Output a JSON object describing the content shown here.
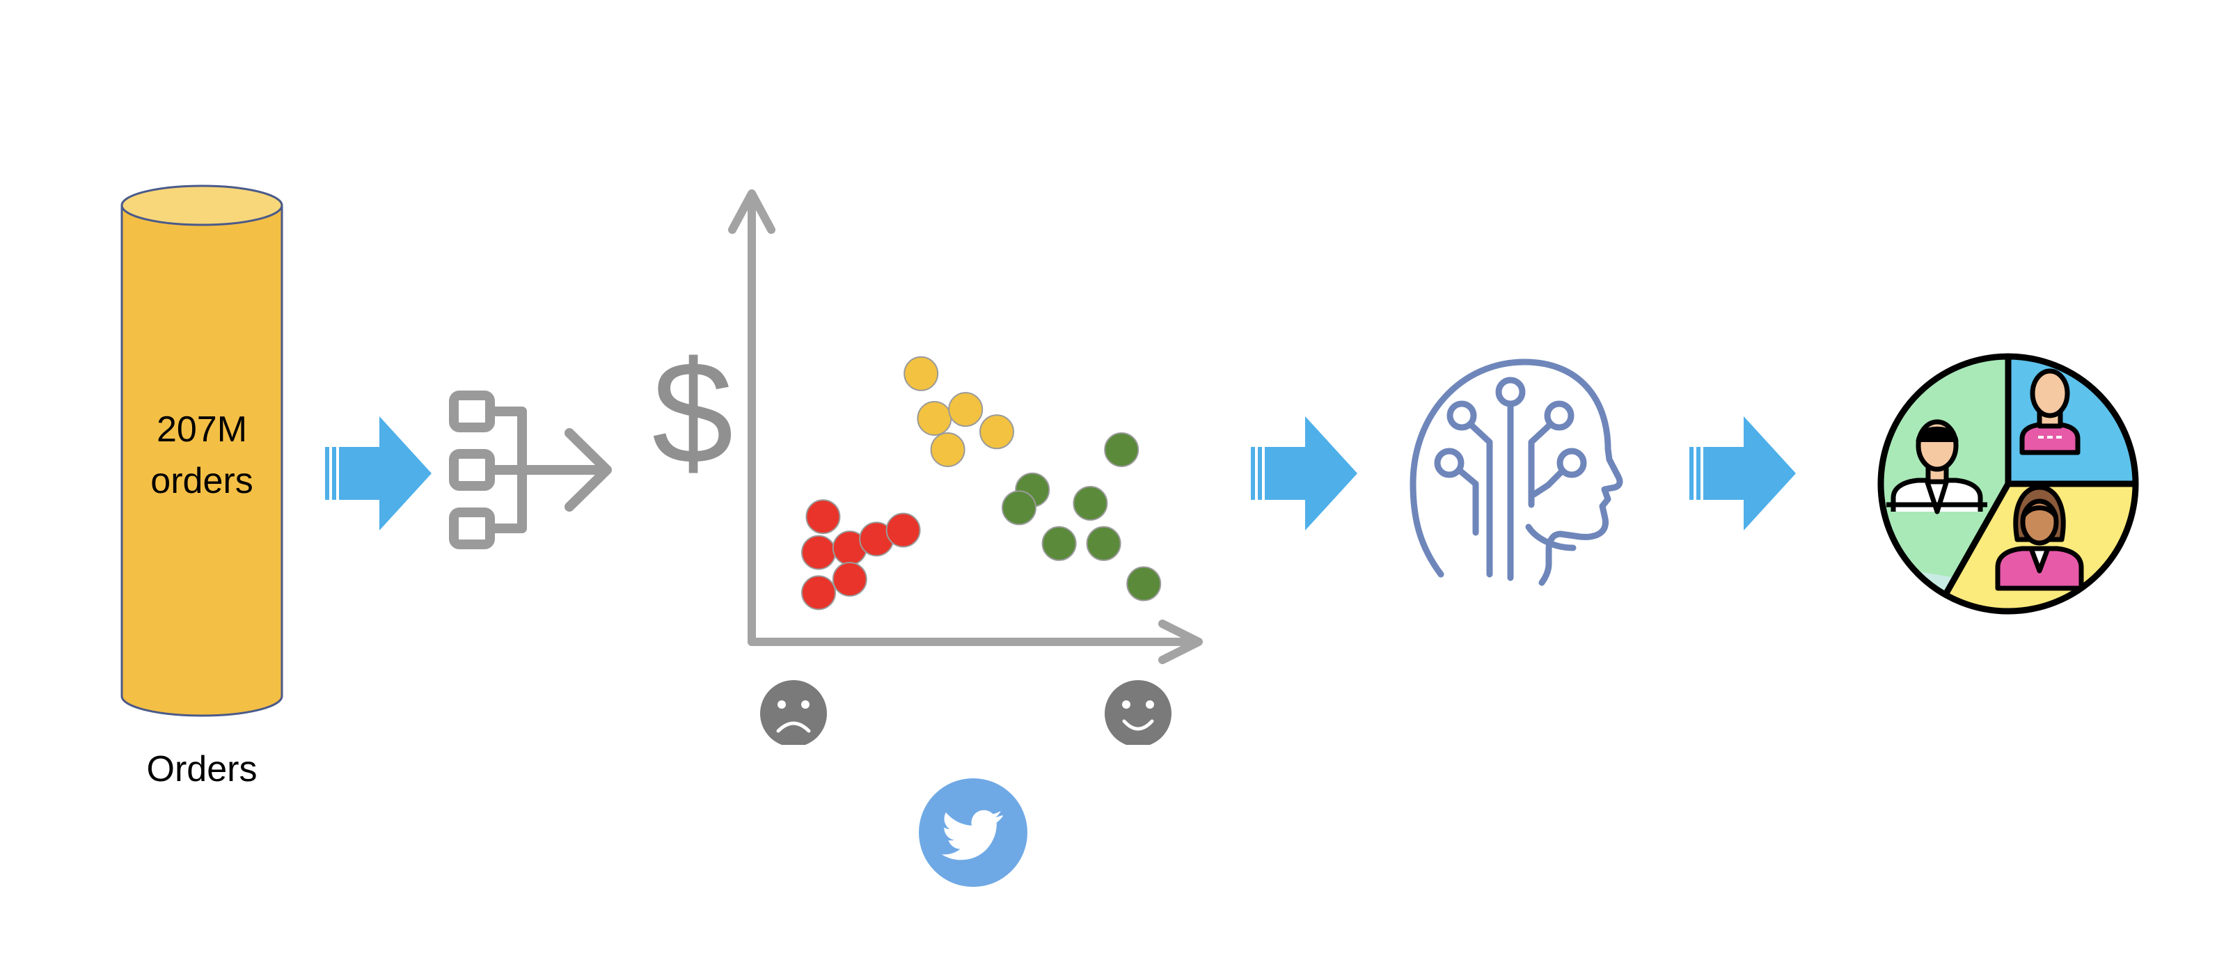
{
  "database": {
    "label": "207M\norders",
    "caption": "Orders",
    "color": "#F4BF45",
    "top_color": "#F8D77A"
  },
  "pipeline": {
    "arrow_color": "#4EAFE9",
    "icons": [
      "database-icon",
      "split-icon",
      "scatter-chart",
      "ai-head-icon",
      "segments-icon"
    ]
  },
  "chart_data": {
    "type": "scatter",
    "title": "",
    "xlabel": "",
    "ylabel": "$",
    "x_label_left": "sad-face-icon",
    "x_label_right": "smiley-face-icon",
    "x_source_icon": "twitter-icon",
    "xlim": [
      0,
      10
    ],
    "ylim": [
      0,
      10
    ],
    "grid": false,
    "series": [
      {
        "color": "#E8342A",
        "points": [
          [
            1.6,
            2.8
          ],
          [
            1.5,
            2.0
          ],
          [
            2.2,
            2.1
          ],
          [
            2.8,
            2.3
          ],
          [
            3.4,
            2.5
          ],
          [
            1.5,
            1.1
          ],
          [
            2.2,
            1.4
          ]
        ]
      },
      {
        "color": "#F3C240",
        "points": [
          [
            3.8,
            6.0
          ],
          [
            4.1,
            5.0
          ],
          [
            4.8,
            5.2
          ],
          [
            5.5,
            4.7
          ],
          [
            4.4,
            4.3
          ]
        ]
      },
      {
        "color": "#5A8A3A",
        "points": [
          [
            6.3,
            3.4
          ],
          [
            6.0,
            3.0
          ],
          [
            6.9,
            2.2
          ],
          [
            7.6,
            3.1
          ],
          [
            8.3,
            4.3
          ],
          [
            7.9,
            2.2
          ],
          [
            8.8,
            1.3
          ]
        ]
      }
    ]
  }
}
